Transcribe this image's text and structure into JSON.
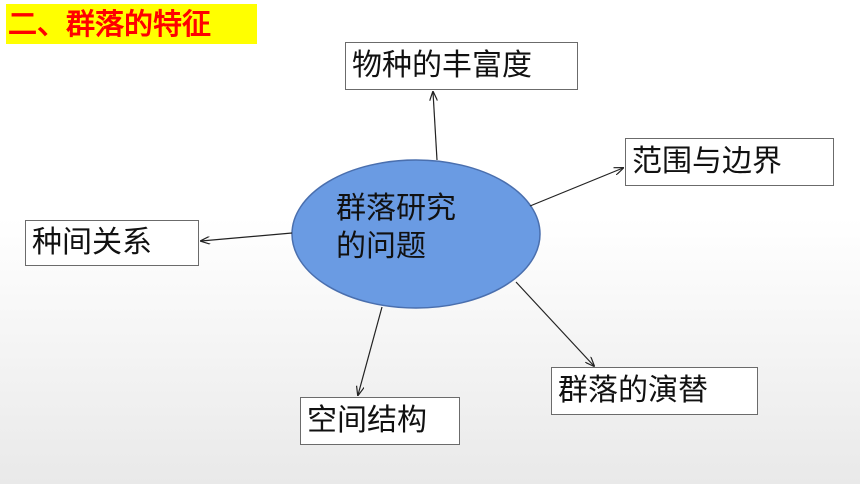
{
  "title": "二、群落的特征",
  "center": {
    "line1": "群落研究",
    "line2": "的问题"
  },
  "nodes": {
    "richness": "物种的丰富度",
    "boundary": "范围与边界",
    "interspecific": "种间关系",
    "succession": "群落的演替",
    "spatial": "空间结构"
  },
  "colors": {
    "title_bg": "#ffff00",
    "title_text": "#ff0000",
    "ellipse_fill": "#6a9be3",
    "ellipse_stroke": "#4a6fae"
  }
}
